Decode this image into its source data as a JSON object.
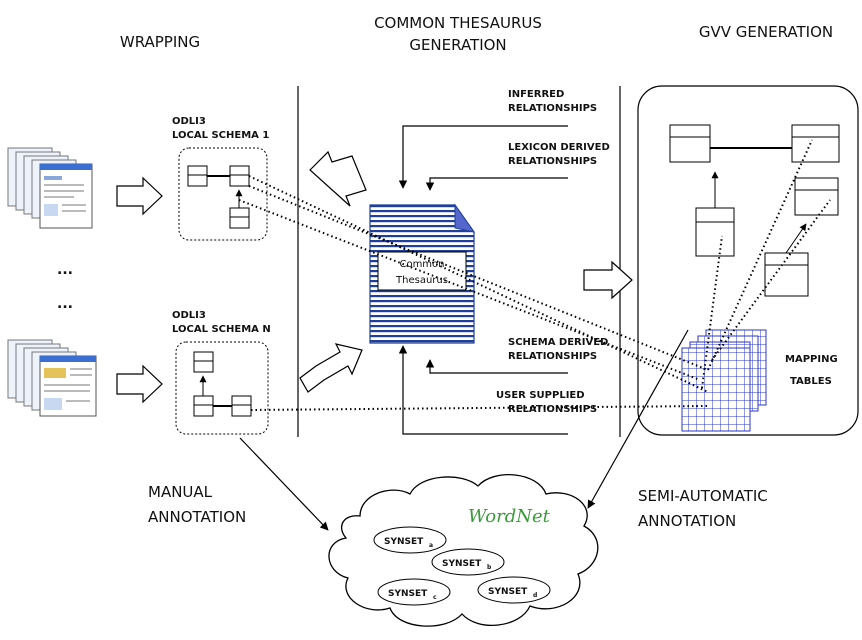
{
  "sections": {
    "wrapping": "WRAPPING",
    "common_thesaurus_line1": "COMMON THESAURUS",
    "common_thesaurus_line2": "GENERATION",
    "gvv_generation": "GVV GENERATION"
  },
  "sources": {
    "schema1_line1": "ODLI3",
    "schema1_line2": "LOCAL SCHEMA 1",
    "schemaN_line1": "ODLI3",
    "schemaN_line2": "LOCAL SCHEMA N",
    "ellipsis1": "...",
    "ellipsis2": "..."
  },
  "relationships": {
    "inferred_line1": "INFERRED",
    "inferred_line2": "RELATIONSHIPS",
    "lexicon_line1": "LEXICON DERIVED",
    "lexicon_line2": "RELATIONSHIPS",
    "schema_line1": "SCHEMA DERIVED",
    "schema_line2": "RELATIONSHIPS",
    "user_line1": "USER SUPPLIED",
    "user_line2": "RELATIONSHIPS"
  },
  "thesaurus": {
    "line1": "Common",
    "line2": "Thesaurus"
  },
  "mapping": {
    "line1": "MAPPING",
    "line2": "TABLES"
  },
  "annotation": {
    "manual_line1": "MANUAL",
    "manual_line2": "ANNOTATION",
    "semi_line1": "SEMI-AUTOMATIC",
    "semi_line2": "ANNOTATION"
  },
  "wordnet": {
    "logo": "WordNet",
    "synset_a": "SYNSET",
    "synset_a_sub": "a",
    "synset_b": "SYNSET",
    "synset_b_sub": "b",
    "synset_c": "SYNSET",
    "synset_c_sub": "c",
    "synset_d": "SYNSET",
    "synset_d_sub": "d"
  },
  "colors": {
    "stripe_blue": "#1f3f9a",
    "page_fold": "#5566cc",
    "grid_blue": "#2a36c8",
    "wordnet_green": "#3a9a3a",
    "screen_blue": "#3b6fd1"
  }
}
